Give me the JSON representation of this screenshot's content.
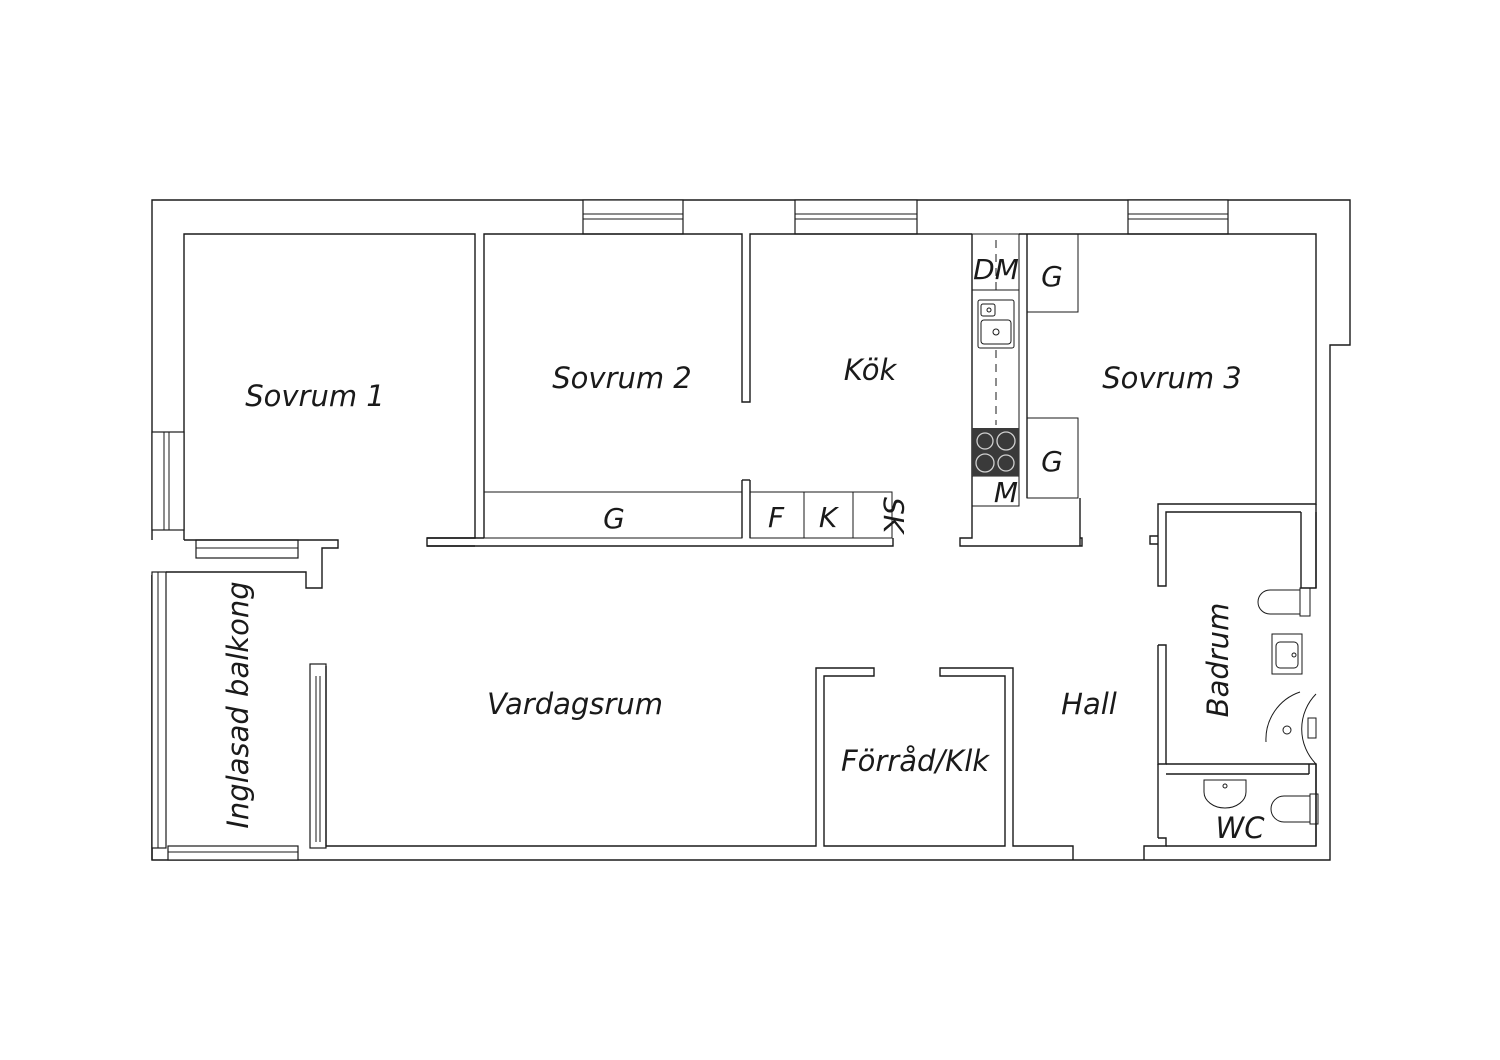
{
  "rooms": {
    "sovrum1": "Sovrum 1",
    "sovrum2": "Sovrum 2",
    "kok": "Kök",
    "sovrum3": "Sovrum 3",
    "vardagsrum": "Vardagsrum",
    "forrad": "Förråd/Klk",
    "hall": "Hall",
    "badrum": "Badrum",
    "wc": "WC",
    "balkong": "Inglasad balkong"
  },
  "fixtures": {
    "dm": "DM",
    "m": "M",
    "g_wardrobe_sovrum2": "G",
    "g_wardrobe_sovrum3_top": "G",
    "g_wardrobe_sovrum3_bottom": "G",
    "f": "F",
    "k": "K",
    "sk": "SK"
  },
  "colors": {
    "line": "#1a1a1a",
    "background": "#ffffff",
    "stove": "#3a3a3a"
  }
}
